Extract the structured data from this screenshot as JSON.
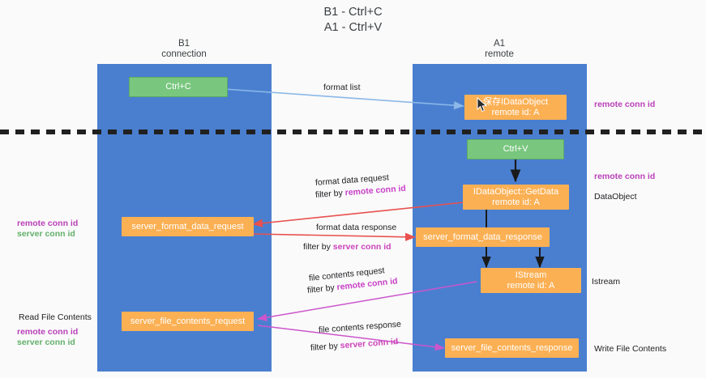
{
  "title": {
    "line1": "B1 - Ctrl+C",
    "line2": "A1 - Ctrl+V"
  },
  "columns": [
    {
      "name": "B1",
      "role": "connection"
    },
    {
      "name": "A1",
      "role": "remote"
    }
  ],
  "nodes": [
    {
      "id": "ctrl-c",
      "label": "Ctrl+C",
      "sub": "",
      "color": "#79c77f"
    },
    {
      "id": "save-idataobject",
      "label": "保存IDataObject",
      "sub": "remote id: A",
      "color": "#fbb054"
    },
    {
      "id": "ctrl-v",
      "label": "Ctrl+V",
      "sub": "",
      "color": "#79c77f"
    },
    {
      "id": "idataobject-getdata",
      "label": "IDataObject::GetData",
      "sub": "remote id: A",
      "color": "#fbb054"
    },
    {
      "id": "server-format-data-request",
      "label": "server_format_data_request",
      "sub": "",
      "color": "#fbb054"
    },
    {
      "id": "server-format-data-response",
      "label": "server_format_data_response",
      "sub": "",
      "color": "#fbb054"
    },
    {
      "id": "istream",
      "label": "IStream",
      "sub": "remote id: A",
      "color": "#fbb054"
    },
    {
      "id": "server-file-contents-request",
      "label": "server_file_contents_request",
      "sub": "",
      "color": "#fbb054"
    },
    {
      "id": "server-file-contents-response",
      "label": "server_file_contents_response",
      "sub": "",
      "color": "#fbb054"
    }
  ],
  "edges": {
    "format_list": "format list",
    "format_data_request": "format data request",
    "format_data_request_filter_prefix": "filter by ",
    "format_data_request_filter_key": "remote conn id",
    "format_data_response": "format data response",
    "format_data_response_filter_prefix": "filter by ",
    "format_data_response_filter_key": "server conn id",
    "file_contents_request": "file contents request",
    "file_contents_request_filter_prefix": "filter by ",
    "file_contents_request_filter_key": "remote conn id",
    "file_contents_response": "file contents response",
    "file_contents_response_filter_prefix": "filter by ",
    "file_contents_response_filter_key": "server conn id"
  },
  "annotations": {
    "right_remote_conn_id_top": "remote conn id",
    "right_remote_conn_id_mid": "remote conn id",
    "right_dataobject": "DataObject",
    "right_istream": "Istream",
    "right_write_file_contents": "Write File Contents",
    "left_remote_conn_id_mid": "remote conn id",
    "left_server_conn_id_mid": "server conn id",
    "left_read_file_contents": "Read File Contents",
    "left_remote_conn_id_bottom": "remote conn id",
    "left_server_conn_id_bottom": "server conn id"
  },
  "colors": {
    "band": "#4a7fd0",
    "green_node": "#79c77f",
    "orange_node": "#fbb054",
    "magenta": "#b93fb9",
    "green_text": "#63b06b",
    "divider": "#202020",
    "arrow_blue": "#8bb8e8",
    "arrow_red": "#e8514f",
    "arrow_magenta": "#cc55cc",
    "arrow_dark": "#1a1a1a"
  }
}
